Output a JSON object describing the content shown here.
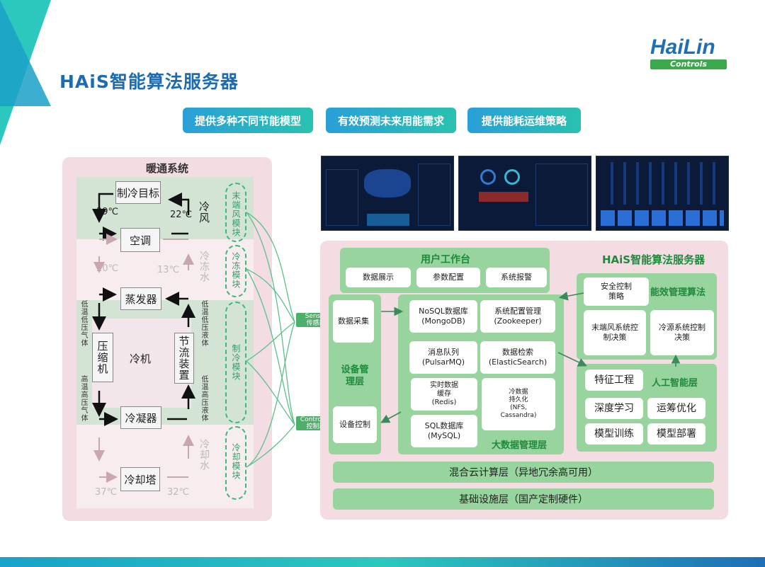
{
  "header": {
    "title": "HAiS智能算法服务器",
    "logo_main": "HaiLin",
    "logo_sub": "Controls"
  },
  "pills": [
    "提供多种不同节能模型",
    "有效预测未来用能需求",
    "提供能耗运维策略"
  ],
  "hvac": {
    "title": "暖通系统",
    "boxes": {
      "target": "制冷目标",
      "ac": "空调",
      "evaporator": "蒸发器",
      "compressor": "压缩机",
      "chiller": "冷机",
      "throttle": "节流装置",
      "condenser": "冷凝器",
      "tower": "冷却塔"
    },
    "temps": {
      "t29": "29℃",
      "t22": "22℃",
      "t20": "20℃",
      "t13": "13℃",
      "t37": "37℃",
      "t32": "32℃"
    },
    "side": {
      "cold_air": "冷风",
      "chilled_water": "冷冻水",
      "cooling_water": "冷却水"
    },
    "pipe_labels": {
      "lp_gas": "低温低压气体",
      "lp_liquid": "低温低压液体",
      "hp_gas": "高温高压气体",
      "hp_liquid": "低温高压液体"
    },
    "modules": [
      "末端风模块",
      "冷冻模块",
      "制冷模块",
      "冷却模块"
    ]
  },
  "sensor": {
    "en": "Sensor",
    "cn": "传感器"
  },
  "controller": {
    "en": "Controller",
    "cn": "控制器"
  },
  "server": {
    "title": "HAiS智能算法服务器",
    "workbench": {
      "title": "用户工作台",
      "items": [
        "数据展示",
        "参数配置",
        "系统报警"
      ]
    },
    "device_layer": {
      "title": "设备管理层",
      "collect": "数据采集",
      "control": "设备控制"
    },
    "bigdata": {
      "title": "大数据管理层",
      "nosql": "NoSQL数据库\n(MongoDB)",
      "zookeeper": "系统配置管理\n(Zookeeper)",
      "queue": "消息队列\n(PulsarMQ)",
      "search": "数据检索\n(ElasticSearch)",
      "cache": "实时数据\n缓存\n(Redis)",
      "cold": "冷数据\n持久化\n(NFS,\nCassandra)",
      "sql": "SQL数据库\n(MySQL)"
    },
    "efficiency": {
      "title": "能效管理算法",
      "security": "安全控制\n策略",
      "terminal": "末端风系统控\n制决策",
      "source": "冷源系统控制\n决策"
    },
    "ai": {
      "title": "人工智能层",
      "items": [
        "特征工程",
        "深度学习",
        "运筹优化",
        "模型训练",
        "模型部署"
      ]
    },
    "cloud": "混合云计算层（异地冗余高可用）",
    "infra": "基础设施层（国产定制硬件）"
  },
  "colors": {
    "accent": "#1d6bb0",
    "green": "#97d49e",
    "pink": "#f3dde3",
    "teal": "#2cc7bd"
  }
}
